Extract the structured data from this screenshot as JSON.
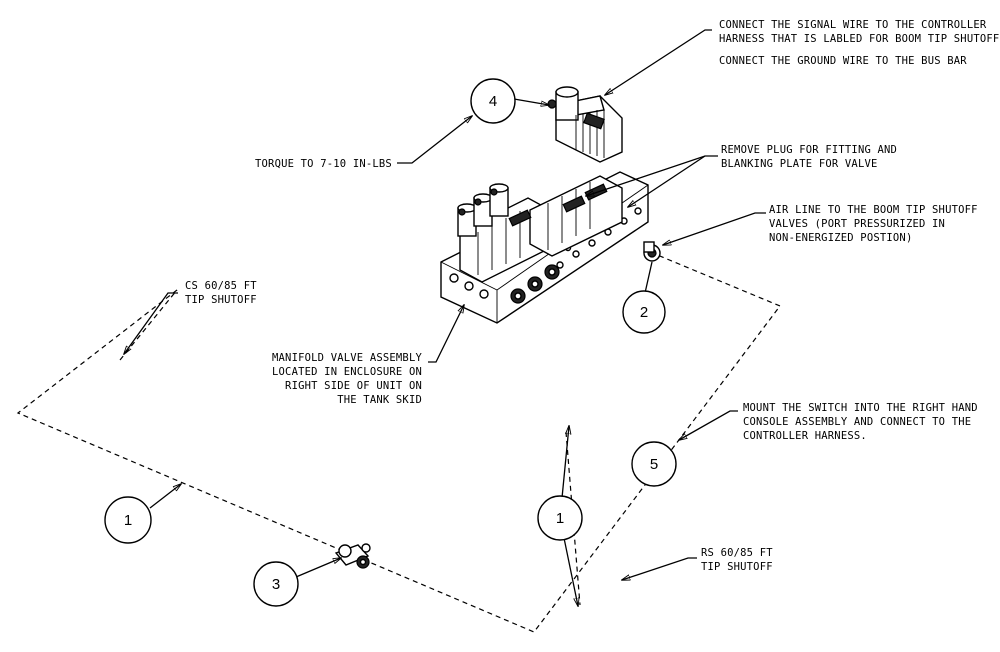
{
  "callouts": {
    "c1a": "1",
    "c1b": "1",
    "c2": "2",
    "c3": "3",
    "c4": "4",
    "c5": "5"
  },
  "notes": {
    "signal_line1": "CONNECT THE SIGNAL WIRE TO THE CONTROLLER",
    "signal_line2": "HARNESS THAT IS LABLED FOR BOOM TIP SHUTOFF",
    "ground": "CONNECT THE GROUND WIRE TO THE BUS BAR",
    "torque": "TORQUE TO 7-10 IN-LBS",
    "plug_line1": "REMOVE PLUG FOR FITTING AND",
    "plug_line2": "BLANKING PLATE FOR VALVE",
    "air_line1": "AIR LINE TO THE BOOM TIP SHUTOFF",
    "air_line2": "VALVES (PORT PRESSURIZED IN",
    "air_line3": "NON-ENERGIZED POSTION)",
    "cs_line1": "CS 60/85 FT",
    "cs_line2": "TIP SHUTOFF",
    "manifold_line1": "MANIFOLD VALVE ASSEMBLY",
    "manifold_line2": "LOCATED IN ENCLOSURE ON",
    "manifold_line3": "RIGHT SIDE OF UNIT ON",
    "manifold_line4": "THE TANK SKID",
    "mount_line1": "MOUNT THE SWITCH INTO THE RIGHT HAND",
    "mount_line2": "CONSOLE ASSEMBLY AND CONNECT TO THE",
    "mount_line3": "CONTROLLER HARNESS.",
    "rs_line1": "RS 60/85 FT",
    "rs_line2": "TIP SHUTOFF"
  }
}
